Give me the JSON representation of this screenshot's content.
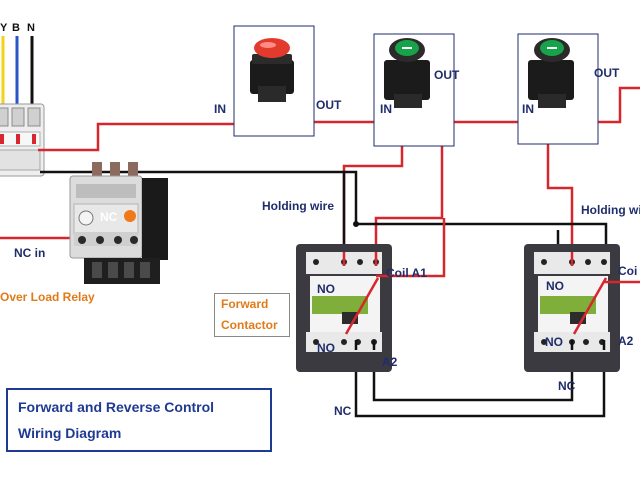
{
  "colors": {
    "wire_red": "#d7262e",
    "wire_black": "#111111",
    "phase_y": "#f2d21a",
    "phase_b": "#2a55c9",
    "label_blue": "#1f2d6b",
    "label_orange": "#e07b1a",
    "title_blue": "#1f3a93",
    "button_red": "#e23b2e",
    "button_green": "#16a34a"
  },
  "supply": {
    "labels": [
      "Y",
      "B",
      "N"
    ]
  },
  "push_buttons": [
    {
      "name": "stop",
      "in_label": "IN",
      "out_label": "OUT",
      "button_color": "red"
    },
    {
      "name": "forward-start",
      "in_label": "IN",
      "out_label": "OUT",
      "button_color": "green"
    },
    {
      "name": "reverse-start",
      "in_label": "IN",
      "out_label": "OUT",
      "button_color": "green"
    }
  ],
  "overload_relay": {
    "caption": "Over Load Relay",
    "nc_label": "NC",
    "nc_in_label": "NC in"
  },
  "forward_contactor": {
    "caption_line1": "Forward",
    "caption_line2": "Contactor",
    "holding_wire_label": "Holding wire",
    "no_top": "NO",
    "no_bottom": "NO",
    "coil_label": "Coil A1",
    "a2_label": "A2",
    "nc_label": "NC"
  },
  "reverse_contactor": {
    "holding_wire_label": "Holding wi",
    "no_top": "NO",
    "no_bottom": "NO",
    "coil_label": "Coi",
    "a2_label": "A2",
    "nc_label": "NC"
  },
  "title": {
    "line1": "Forward and Reverse Control",
    "line2": "Wiring Diagram"
  }
}
